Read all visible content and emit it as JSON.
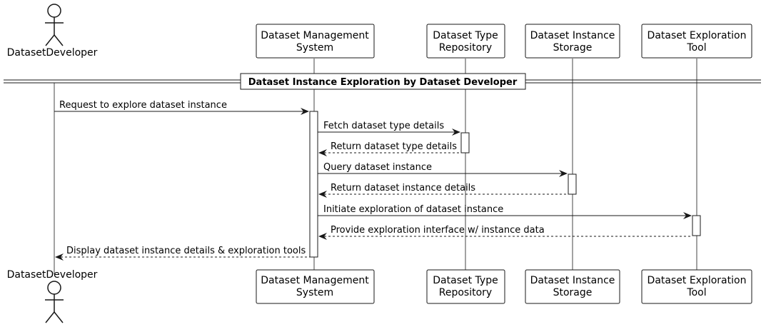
{
  "participants": [
    {
      "id": "dev",
      "kind": "actor",
      "label": "DatasetDeveloper"
    },
    {
      "id": "dms",
      "kind": "participant",
      "line1": "Dataset Management",
      "line2": "System"
    },
    {
      "id": "dtr",
      "kind": "participant",
      "line1": "Dataset Type",
      "line2": "Repository"
    },
    {
      "id": "dis",
      "kind": "participant",
      "line1": "Dataset Instance",
      "line2": "Storage"
    },
    {
      "id": "det",
      "kind": "participant",
      "line1": "Dataset Exploration",
      "line2": "Tool"
    }
  ],
  "divider": {
    "label": "Dataset Instance Exploration by Dataset Developer"
  },
  "messages": [
    {
      "from": "dev",
      "to": "dms",
      "text": "Request to explore dataset instance",
      "style": "solid"
    },
    {
      "from": "dms",
      "to": "dtr",
      "text": "Fetch dataset type details",
      "style": "solid"
    },
    {
      "from": "dtr",
      "to": "dms",
      "text": "Return dataset type details",
      "style": "dashed"
    },
    {
      "from": "dms",
      "to": "dis",
      "text": "Query dataset instance",
      "style": "solid"
    },
    {
      "from": "dis",
      "to": "dms",
      "text": "Return dataset instance details",
      "style": "dashed"
    },
    {
      "from": "dms",
      "to": "det",
      "text": "Initiate exploration of dataset instance",
      "style": "solid"
    },
    {
      "from": "det",
      "to": "dms",
      "text": "Provide exploration interface w/ instance data",
      "style": "dashed"
    },
    {
      "from": "dms",
      "to": "dev",
      "text": "Display dataset instance details & exploration tools",
      "style": "dashed"
    }
  ]
}
